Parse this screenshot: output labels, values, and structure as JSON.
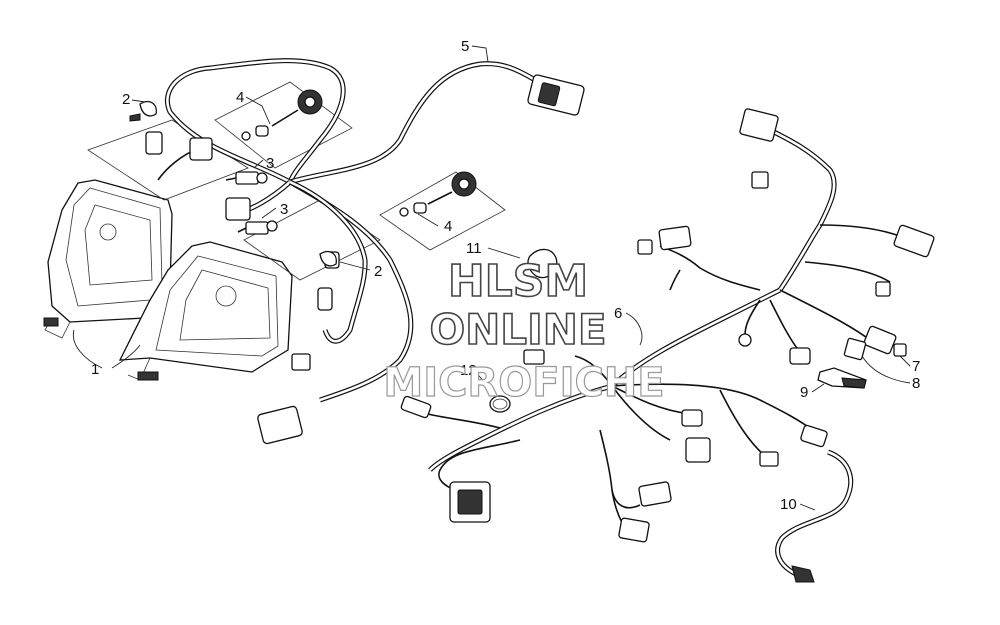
{
  "watermark": {
    "line1": "HLSM",
    "line2": "ONLINE",
    "line3": "MICROFICHE"
  },
  "callouts": [
    {
      "id": "1",
      "label": "1"
    },
    {
      "id": "2a",
      "label": "2"
    },
    {
      "id": "2b",
      "label": "2"
    },
    {
      "id": "3a",
      "label": "3"
    },
    {
      "id": "3b",
      "label": "3"
    },
    {
      "id": "4a",
      "label": "4"
    },
    {
      "id": "4b",
      "label": "4"
    },
    {
      "id": "5",
      "label": "5"
    },
    {
      "id": "6",
      "label": "6"
    },
    {
      "id": "7",
      "label": "7"
    },
    {
      "id": "8",
      "label": "8"
    },
    {
      "id": "9",
      "label": "9"
    },
    {
      "id": "10",
      "label": "10"
    },
    {
      "id": "11",
      "label": "11"
    },
    {
      "id": "12",
      "label": "12"
    }
  ]
}
